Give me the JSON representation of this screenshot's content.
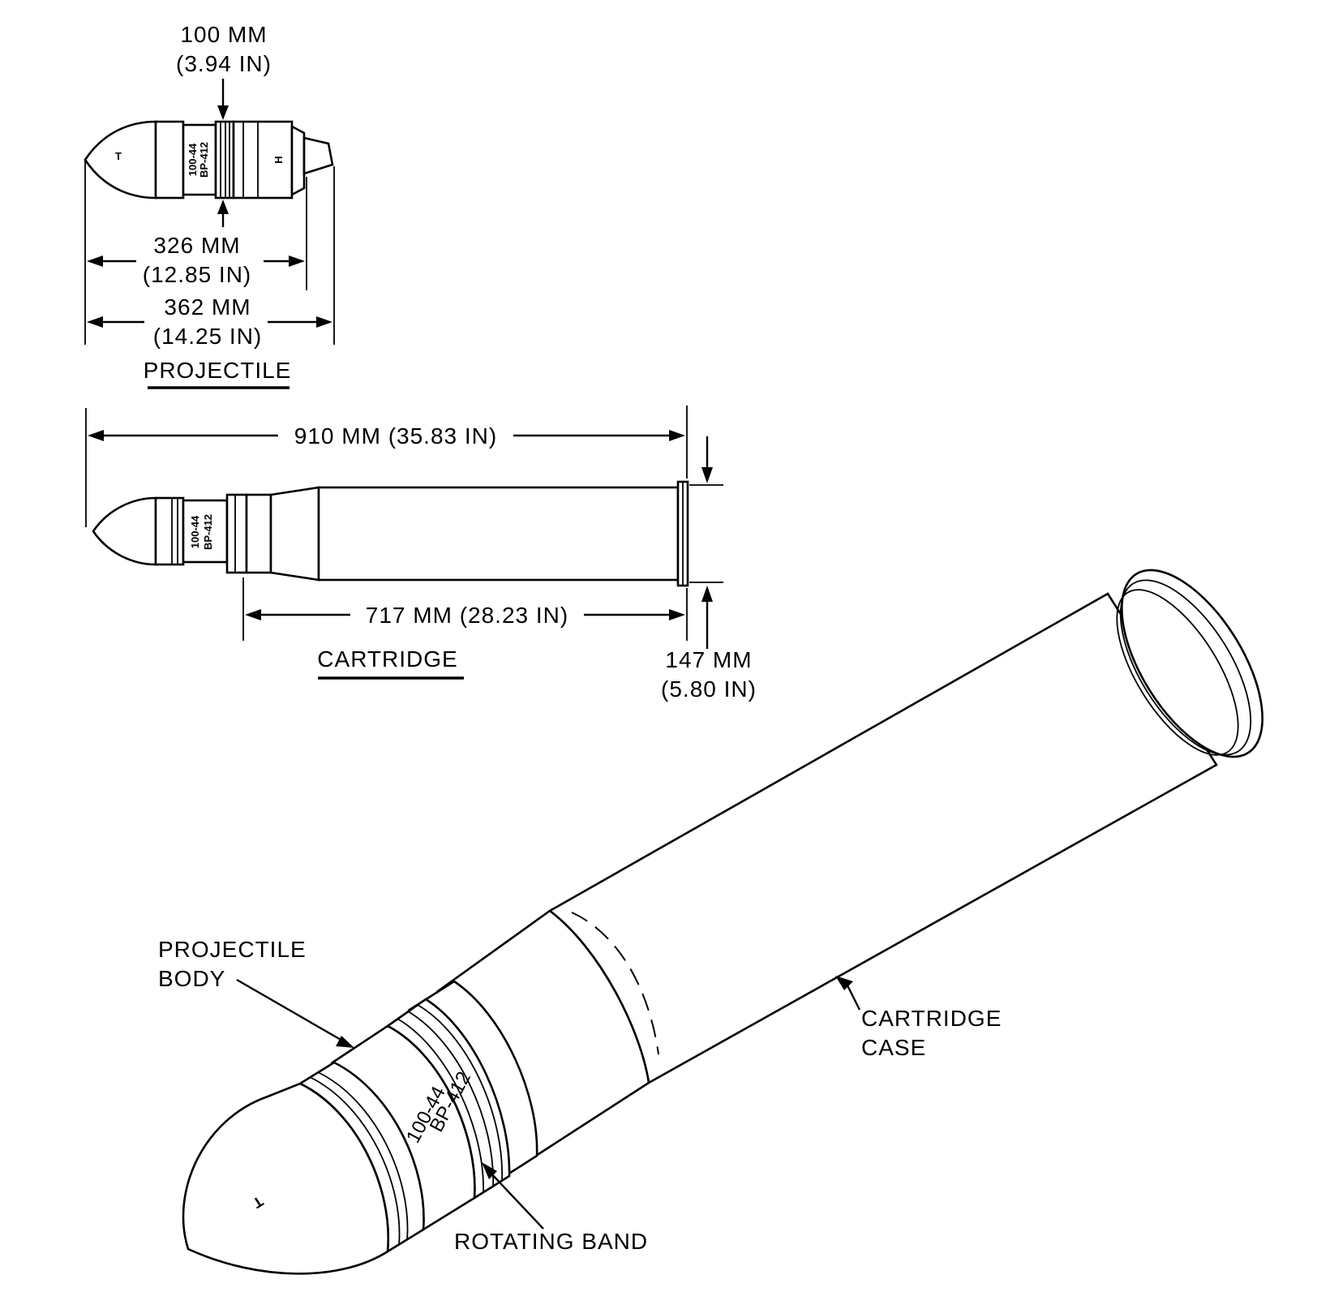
{
  "projectile": {
    "diameter_mm": "100 MM",
    "diameter_in": "(3.94 IN)",
    "body_length_mm": "326 MM",
    "body_length_in": "(12.85 IN)",
    "overall_length_mm": "362 MM",
    "overall_length_in": "(14.25 IN)",
    "caption": "PROJECTILE",
    "marking_1": "100-44",
    "marking_2": "BP-412",
    "letter_nose": "T",
    "letter_base": "H"
  },
  "cartridge": {
    "overall_length": "910 MM (35.83 IN)",
    "case_length": "717 MM (28.23 IN)",
    "rim_diameter_mm": "147 MM",
    "rim_diameter_in": "(5.80 IN)",
    "caption": "CARTRIDGE",
    "marking_1": "100-44",
    "marking_2": "BP-412"
  },
  "isometric": {
    "label_projectile_body_1": "PROJECTILE",
    "label_projectile_body_2": "BODY",
    "label_cartridge_case_1": "CARTRIDGE",
    "label_cartridge_case_2": "CASE",
    "label_rotating_band": "ROTATING BAND",
    "marking_1": "100-44",
    "marking_2": "BP-412",
    "letter_nose": "T"
  }
}
